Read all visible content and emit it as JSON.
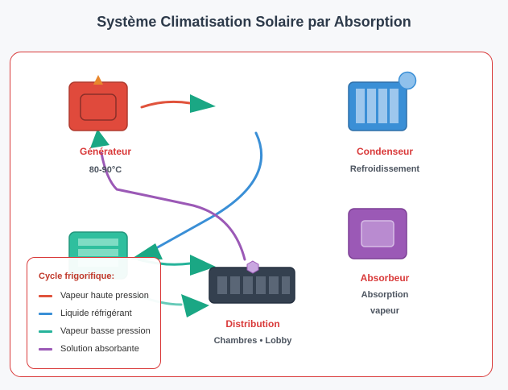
{
  "title": "Système Climatisation Solaire par Absorption",
  "components": {
    "generator": {
      "label": "Générateur",
      "sub": "80-90°C"
    },
    "condenser": {
      "label": "Condenseur",
      "sub": "Refroidissement"
    },
    "absorber": {
      "label": "Absorbeur",
      "sub_line1": "Absorption",
      "sub_line2": "vapeur"
    },
    "distribution": {
      "label": "Distribution",
      "sub": "Chambres • Lobby"
    }
  },
  "legend": {
    "title": "Cycle frigorifique:",
    "items": [
      {
        "label": "Vapeur haute pression",
        "color": "#e0533c"
      },
      {
        "label": "Liquide réfrigérant",
        "color": "#3a8fd6"
      },
      {
        "label": "Vapeur basse pression",
        "color": "#26b39a"
      },
      {
        "label": "Solution absorbante",
        "color": "#9b59b6"
      }
    ]
  },
  "colors": {
    "accent_red": "#d93a3a",
    "generator_fill": "#e04a3c",
    "condenser_fill": "#3a8fd6",
    "absorber_fill": "#9b59b6",
    "evaporator_fill": "#2fbf9e",
    "distribution_fill": "#34404f",
    "arrowhead_green": "#1aa784"
  }
}
